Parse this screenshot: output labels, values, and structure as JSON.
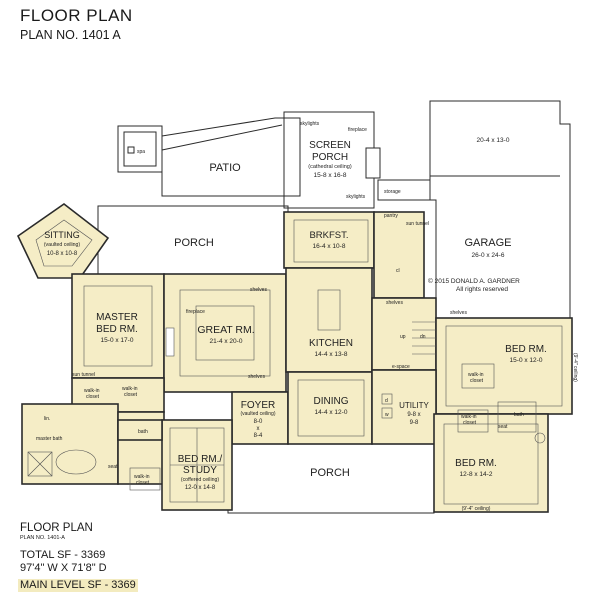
{
  "header": {
    "title": "FLOOR PLAN",
    "plan_no": "PLAN NO. 1401 A"
  },
  "rooms": {
    "screen_porch": {
      "name1": "SCREEN",
      "name2": "PORCH",
      "note": "(cathedral ceiling)",
      "dims": "15-8 x 16-8"
    },
    "patio": {
      "name": "PATIO"
    },
    "garage": {
      "name": "GARAGE",
      "dims": "26-0 x 24-6",
      "upper_dims": "20-4 x 13-0"
    },
    "sitting": {
      "name": "SITTING",
      "note": "(vaulted ceiling)",
      "dims": "10-8 x 10-8"
    },
    "porch_rear": {
      "name": "PORCH"
    },
    "brkfst": {
      "name": "BRKFST.",
      "dims": "16-4 x 10-8"
    },
    "master": {
      "name1": "MASTER",
      "name2": "BED RM.",
      "dims": "15-0 x 17-0"
    },
    "great": {
      "name": "GREAT RM.",
      "dims": "21-4 x 20-0"
    },
    "kitchen": {
      "name": "KITCHEN",
      "dims": "14-4 x 13-8"
    },
    "bed_right": {
      "name": "BED RM.",
      "dims": "15-0 x 12-0"
    },
    "dining": {
      "name": "DINING",
      "dims": "14-4 x 12-0"
    },
    "foyer": {
      "name": "FOYER",
      "note": "(vaulted ceiling)",
      "dims1": "8-0",
      "dims2": "x",
      "dims3": "8-4"
    },
    "utility": {
      "name": "UTILITY",
      "dims1": "9-8 x",
      "dims2": "9-8"
    },
    "bed_study": {
      "name1": "BED RM./",
      "name2": "STUDY",
      "note": "(coffered ceiling)",
      "dims": "12-0 x 14-8"
    },
    "porch_front": {
      "name": "PORCH"
    },
    "bed_lower": {
      "name": "BED RM.",
      "dims": "12-8 x 14-2",
      "note": "(9'-4\" ceiling)"
    }
  },
  "labels": {
    "spa": "spa",
    "skylights_top": "skylights",
    "fireplace_top": "fireplace",
    "skylights_bottom": "skylights",
    "storage": "storage",
    "pantry": "pantry",
    "sun_tunnel": "sun tunnel",
    "cl": "cl",
    "shelves": "shelves",
    "shelves2": "shelves",
    "shelves3": "shelves",
    "shelves4": "shelves",
    "fireplace_great": "fireplace",
    "up": "up",
    "dn": "dn",
    "e_space": "e-space",
    "walk_in_right": "walk-in",
    "closet_right": "closet",
    "walk_in_lower": "walk-in",
    "closet_lower": "closet",
    "bath_right": "bath",
    "seat_right": "seat",
    "ceiling_right": "(9'-4\" ceiling)",
    "sun_tunnel_master": "sun tunnel",
    "walk_in_m1": "walk-in",
    "closet_m1": "closet",
    "walk_in_m2": "walk-in",
    "closet_m2": "closet",
    "lin": "lin.",
    "master_bath": "master bath",
    "seat_master": "seat",
    "bath_study": "bath",
    "walk_in_study": "walk-in",
    "closet_study": "closet",
    "d": "d",
    "w": "w",
    "copyright1": "© 2015 DONALD A. GARDNER",
    "copyright2": "All rights reserved"
  },
  "footer": {
    "title": "FLOOR PLAN",
    "plan_no": "PLAN NO. 1401-A",
    "total_sf": "TOTAL SF - 3369",
    "dims": "97'4\" W X 71'8\" D",
    "main_level": "MAIN LEVEL SF - 3369"
  },
  "colors": {
    "room_fill": "#f5edc6",
    "wall": "#2b2b2b",
    "highlight": "#f3ebbf"
  }
}
